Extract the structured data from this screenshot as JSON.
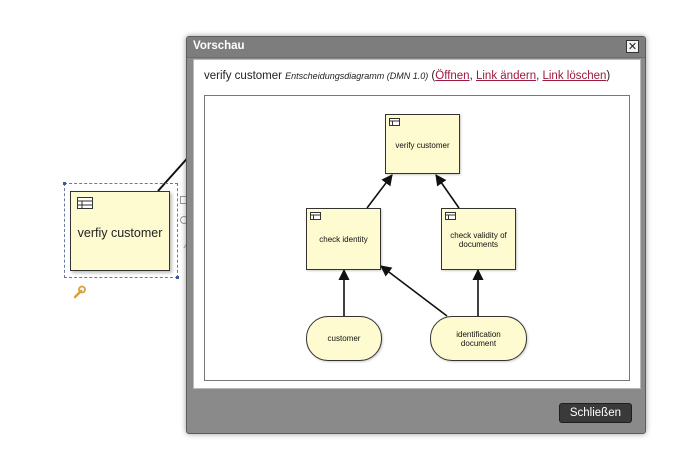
{
  "canvas": {
    "node_label": "verfiy customer"
  },
  "dialog": {
    "title": "Vorschau",
    "close_glyph": "✕",
    "model_name": "verify customer",
    "model_type": "Entscheidungsdiagramm (DMN 1.0)",
    "open_paren": " (",
    "links": {
      "open": "Öffnen",
      "change": "Link ändern",
      "delete": "Link löschen"
    },
    "sep": ", ",
    "close_paren": ")",
    "close_button": "Schließen"
  },
  "diagram": {
    "decisions": {
      "verify_customer": "verify customer",
      "check_identity": "check identity",
      "check_validity_line1": "check validity of",
      "check_validity_line2": "documents"
    },
    "inputs": {
      "customer": "customer",
      "identification_line1": "identification",
      "identification_line2": "document"
    }
  },
  "icons": {
    "decision_table": "table-icon",
    "properties": "wrench-icon",
    "close": "close-icon"
  },
  "colors": {
    "node_fill": "#fdfbcf",
    "dialog_frame": "#8a8a8a",
    "link": "#9b1a3d",
    "button": "#3a3a3a"
  }
}
